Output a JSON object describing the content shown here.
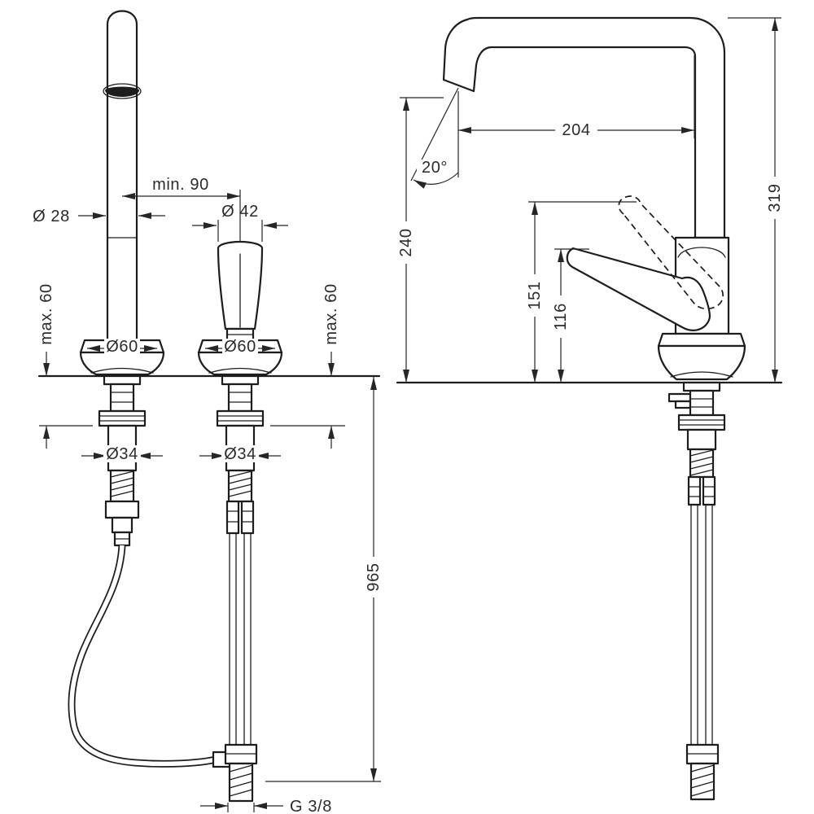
{
  "front_view": {
    "spout_diameter": "Ø 28",
    "hole_distance": "min. 90",
    "handle_diameter": "Ø 42",
    "escutcheon_left": "Ø60",
    "escutcheon_right": "Ø60",
    "deck_thickness_left": "max. 60",
    "deck_thickness_right": "max. 60",
    "shank_left": "Ø34",
    "shank_right": "Ø34",
    "hose_length": "965",
    "supply_thread": "G 3/8"
  },
  "side_view": {
    "projection": "204",
    "height_total": "319",
    "height_outlet": "240",
    "height_handle_raised": "151",
    "height_handle": "116",
    "outlet_angle": "20°"
  }
}
